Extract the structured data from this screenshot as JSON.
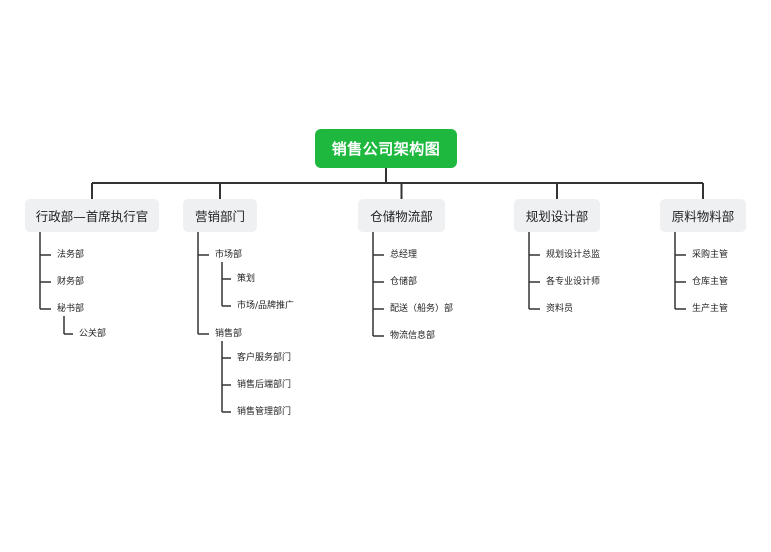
{
  "title": "销售公司架构图",
  "departments": [
    {
      "name": "行政部—首席执行官",
      "items": [
        {
          "label": "法务部"
        },
        {
          "label": "财务部"
        },
        {
          "label": "秘书部",
          "children": [
            "公关部"
          ]
        }
      ]
    },
    {
      "name": "营销部门",
      "items": [
        {
          "label": "市场部",
          "children": [
            "策划",
            "市场/品牌推广"
          ]
        },
        {
          "label": "销售部",
          "children": [
            "客户服务部门",
            "销售后端部门",
            "销售管理部门"
          ]
        }
      ]
    },
    {
      "name": "仓储物流部",
      "items": [
        {
          "label": "总经理"
        },
        {
          "label": "仓储部"
        },
        {
          "label": "配送（船务）部"
        },
        {
          "label": "物流信息部"
        }
      ]
    },
    {
      "name": "规划设计部",
      "items": [
        {
          "label": "规划设计总监"
        },
        {
          "label": "各专业设计师"
        },
        {
          "label": "资料员"
        }
      ]
    },
    {
      "name": "原料物料部",
      "items": [
        {
          "label": "采购主管"
        },
        {
          "label": "仓库主管"
        },
        {
          "label": "生产主管"
        }
      ]
    }
  ]
}
